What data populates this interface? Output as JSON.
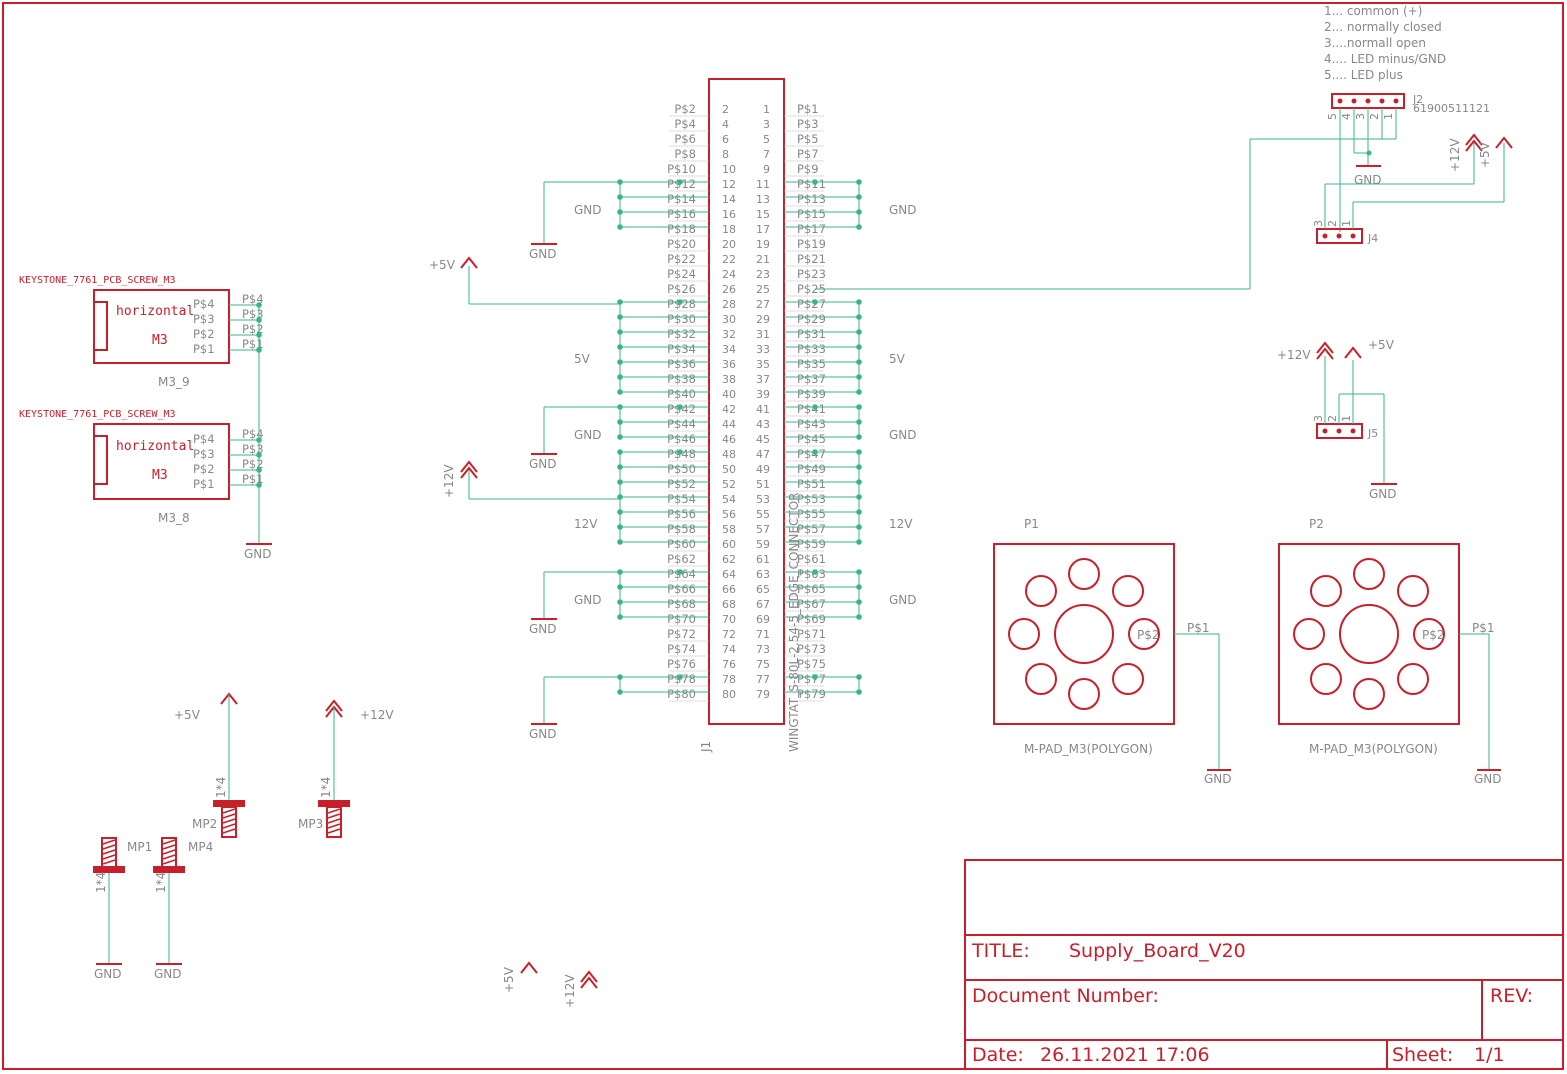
{
  "title_block": {
    "title_label": "TITLE:",
    "title_value": "Supply_Board_V20",
    "docnum_label": "Document Number:",
    "rev_label": "REV:",
    "date_label": "Date:",
    "date_value": "26.11.2021 17:06",
    "sheet_label": "Sheet:",
    "sheet_value": "1/1"
  },
  "legend": [
    "1... common (+)",
    "2... normally closed",
    "3....normall open",
    "4.... LED minus/GND",
    "5.... LED plus"
  ],
  "connector": {
    "name": "J1",
    "value": "WINGTAT_S-80L-2.54-5_EDGE_CONNECTOR",
    "left_pins": [
      "P$2",
      "P$4",
      "P$6",
      "P$8",
      "P$10",
      "P$12",
      "P$14",
      "P$16",
      "P$18",
      "P$20",
      "P$22",
      "P$24",
      "P$26",
      "P$28",
      "P$30",
      "P$32",
      "P$34",
      "P$36",
      "P$38",
      "P$40",
      "P$42",
      "P$44",
      "P$46",
      "P$48",
      "P$50",
      "P$52",
      "P$54",
      "P$56",
      "P$58",
      "P$60",
      "P$62",
      "P$64",
      "P$66",
      "P$68",
      "P$70",
      "P$72",
      "P$74",
      "P$76",
      "P$78",
      "P$80"
    ],
    "right_pins": [
      "P$1",
      "P$3",
      "P$5",
      "P$7",
      "P$9",
      "P$11",
      "P$13",
      "P$15",
      "P$17",
      "P$19",
      "P$21",
      "P$23",
      "P$25",
      "P$27",
      "P$29",
      "P$31",
      "P$33",
      "P$35",
      "P$37",
      "P$39",
      "P$41",
      "P$43",
      "P$45",
      "P$47",
      "P$49",
      "P$51",
      "P$53",
      "P$55",
      "P$57",
      "P$59",
      "P$61",
      "P$63",
      "P$65",
      "P$67",
      "P$69",
      "P$71",
      "P$73",
      "P$75",
      "P$77",
      "P$79"
    ],
    "left_nums": [
      "2",
      "4",
      "6",
      "8",
      "10",
      "12",
      "14",
      "16",
      "18",
      "20",
      "22",
      "24",
      "26",
      "28",
      "30",
      "32",
      "34",
      "36",
      "38",
      "40",
      "42",
      "44",
      "46",
      "48",
      "50",
      "52",
      "54",
      "56",
      "58",
      "60",
      "62",
      "64",
      "66",
      "68",
      "70",
      "72",
      "74",
      "76",
      "78",
      "80"
    ],
    "right_nums": [
      "1",
      "3",
      "5",
      "7",
      "9",
      "11",
      "13",
      "15",
      "17",
      "19",
      "21",
      "23",
      "25",
      "27",
      "29",
      "31",
      "33",
      "35",
      "37",
      "39",
      "41",
      "43",
      "45",
      "47",
      "49",
      "51",
      "53",
      "55",
      "57",
      "59",
      "61",
      "63",
      "65",
      "67",
      "69",
      "71",
      "73",
      "75",
      "77",
      "79"
    ]
  },
  "net_labels": {
    "gnd": "GND",
    "v5": "5V",
    "v12": "12V",
    "p5v": "+5V",
    "p12v": "+12V"
  },
  "screws": {
    "title": "KEYSTONE_7761_PCB_SCREW_M3",
    "text1": "horizontal",
    "text2": "M3",
    "name_a": "M3_9",
    "name_b": "M3_8",
    "pins": [
      "P$4",
      "P$3",
      "P$2",
      "P$1"
    ],
    "pins_short": [
      "P$4",
      "P$3",
      "P$2",
      "P$1"
    ]
  },
  "pads": {
    "p1": "P1",
    "p2": "P2",
    "value": "M-PAD_M3(POLYGON)",
    "pad_pin": "P$1",
    "inner_pin": "P$2"
  },
  "j2": {
    "name": "J2",
    "part": "61900511121",
    "nums": [
      "5",
      "4",
      "3",
      "2",
      "1"
    ]
  },
  "j4": {
    "name": "J4",
    "nums": [
      "3",
      "2",
      "1"
    ]
  },
  "j5": {
    "name": "J5",
    "nums": [
      "3",
      "2",
      "1"
    ]
  },
  "mounting": {
    "mp1": "MP1",
    "mp2": "MP2",
    "mp3": "MP3",
    "mp4": "MP4",
    "val": "1*4"
  },
  "colors": {
    "symbol": "#c8202a",
    "wire": "#3ab48c",
    "text": "#888888"
  }
}
